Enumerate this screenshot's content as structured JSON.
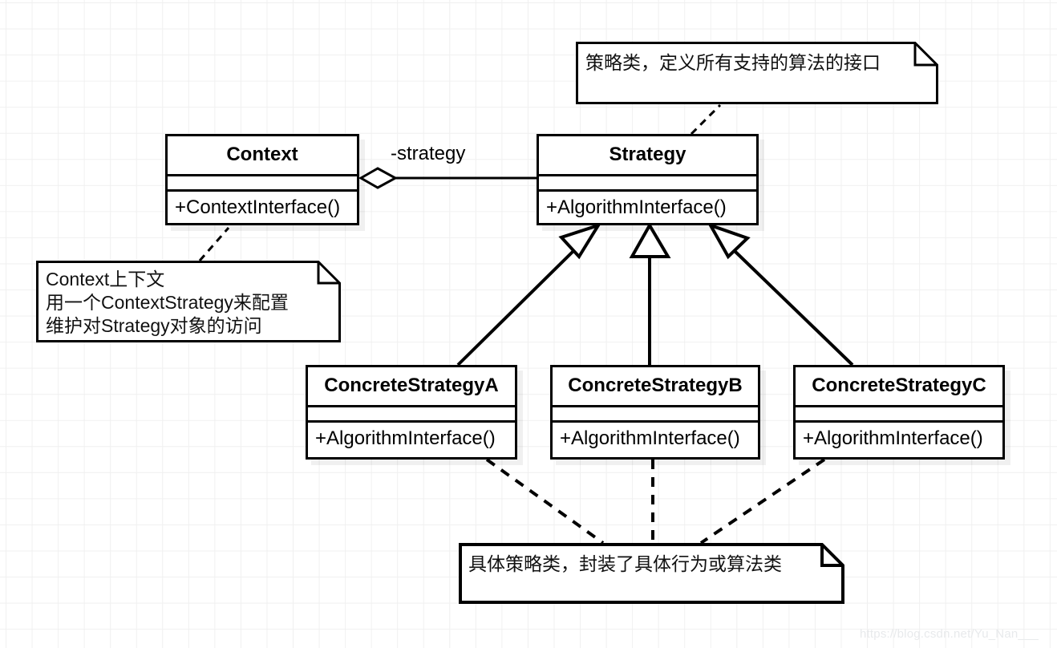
{
  "diagram": {
    "title": "Strategy Pattern UML Class Diagram",
    "watermark": "https://blog.csdn.net/Yu_Nan___",
    "colors": {
      "background": "#ffffff",
      "grid": "#f0f0f0",
      "stroke": "#000000",
      "shadow": "rgba(0,0,0,0.06)",
      "watermark": "#e8eaec"
    }
  },
  "classes": {
    "context": {
      "name": "Context",
      "attributes": "",
      "operations": "+ContextInterface()"
    },
    "strategy": {
      "name": "Strategy",
      "attributes": "",
      "operations": "+AlgorithmInterface()"
    },
    "concrete_a": {
      "name": "ConcreteStrategyA",
      "attributes": "",
      "operations": "+AlgorithmInterface()"
    },
    "concrete_b": {
      "name": "ConcreteStrategyB",
      "attributes": "",
      "operations": "+AlgorithmInterface()"
    },
    "concrete_c": {
      "name": "ConcreteStrategyC",
      "attributes": "",
      "operations": "+AlgorithmInterface()"
    }
  },
  "relations": {
    "aggregation_label": "-strategy"
  },
  "notes": {
    "strategy_note": {
      "text": "策略类，定义所有支持的算法的接口"
    },
    "context_note": {
      "line1": "Context上下文",
      "line2": "用一个ContextStrategy来配置",
      "line3": "维护对Strategy对象的访问"
    },
    "concrete_note": {
      "text": "具体策略类，封装了具体行为或算法类"
    }
  }
}
